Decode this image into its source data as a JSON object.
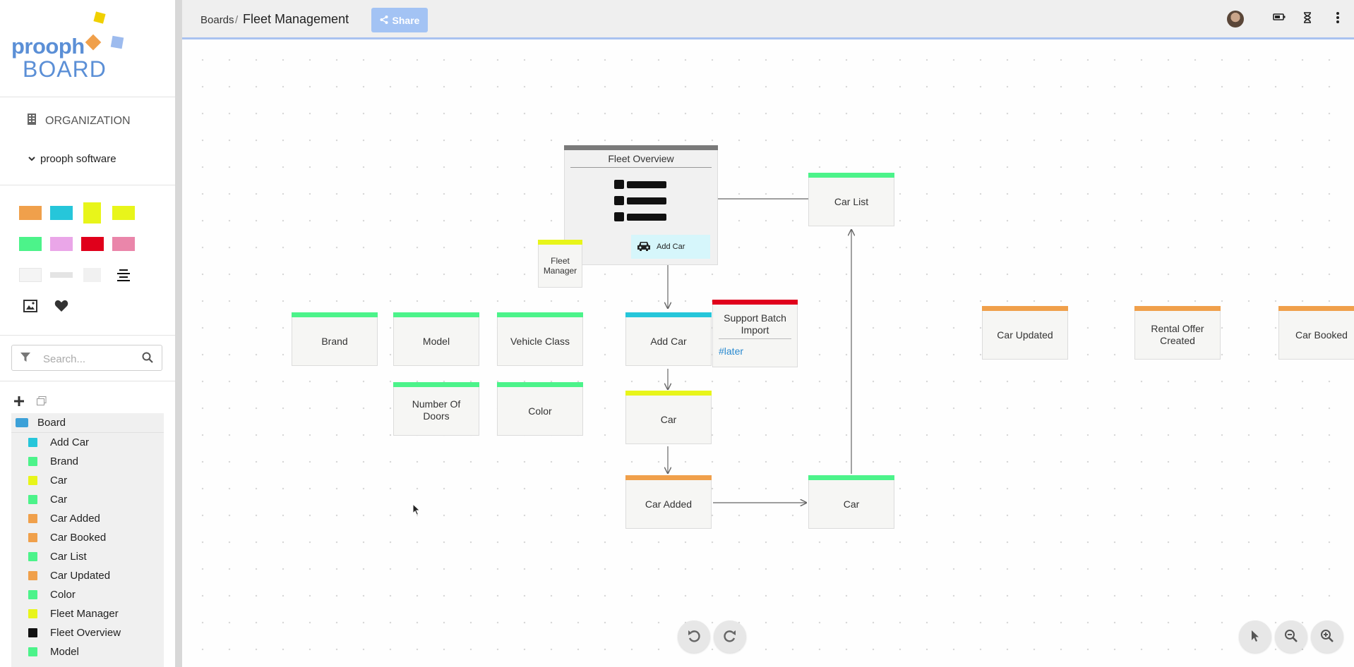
{
  "app": {
    "logo_line1": "prooph",
    "logo_line2": "BOARD"
  },
  "sidebar": {
    "organization_label": "ORGANIZATION",
    "team_label": "prooph software",
    "search_placeholder": "Search...",
    "tree_root": "Board",
    "tree_items": [
      {
        "label": "Add Car",
        "color": "#26c6da"
      },
      {
        "label": "Brand",
        "color": "#4cf38a"
      },
      {
        "label": "Car",
        "color": "#e8f51a"
      },
      {
        "label": "Car",
        "color": "#4cf38a"
      },
      {
        "label": "Car Added",
        "color": "#f0a04b"
      },
      {
        "label": "Car Booked",
        "color": "#f0a04b"
      },
      {
        "label": "Car List",
        "color": "#4cf38a"
      },
      {
        "label": "Car Updated",
        "color": "#f0a04b"
      },
      {
        "label": "Color",
        "color": "#4cf38a"
      },
      {
        "label": "Fleet Manager",
        "color": "#e8f51a"
      },
      {
        "label": "Fleet Overview",
        "color": "#111111"
      },
      {
        "label": "Model",
        "color": "#4cf38a"
      }
    ]
  },
  "topbar": {
    "breadcrumb": "Boards",
    "separator": "/",
    "title": "Fleet Management",
    "share_label": "Share"
  },
  "canvas": {
    "ui_card": {
      "title": "Fleet Overview",
      "button_label": "Add Car"
    },
    "fleet_manager": "Fleet Manager",
    "car_list": "Car List",
    "brand": "Brand",
    "model": "Model",
    "vehicle_class": "Vehicle Class",
    "number_of_doors": "Number Of Doors",
    "color": "Color",
    "add_car": "Add Car",
    "batch": {
      "title": "Support Batch Import",
      "tag": "#later"
    },
    "car_aggregate": "Car",
    "car_added": "Car Added",
    "car_read_model": "Car",
    "car_updated": "Car Updated",
    "rental_offer_created": "Rental Offer Created",
    "car_booked": "Car Booked"
  },
  "colors": {
    "event": "#f0a04b",
    "command": "#26c6da",
    "aggregate": "#e8f51a",
    "document": "#4cf38a",
    "hotspot": "#e0001b",
    "ui": "#7a7a7a"
  }
}
